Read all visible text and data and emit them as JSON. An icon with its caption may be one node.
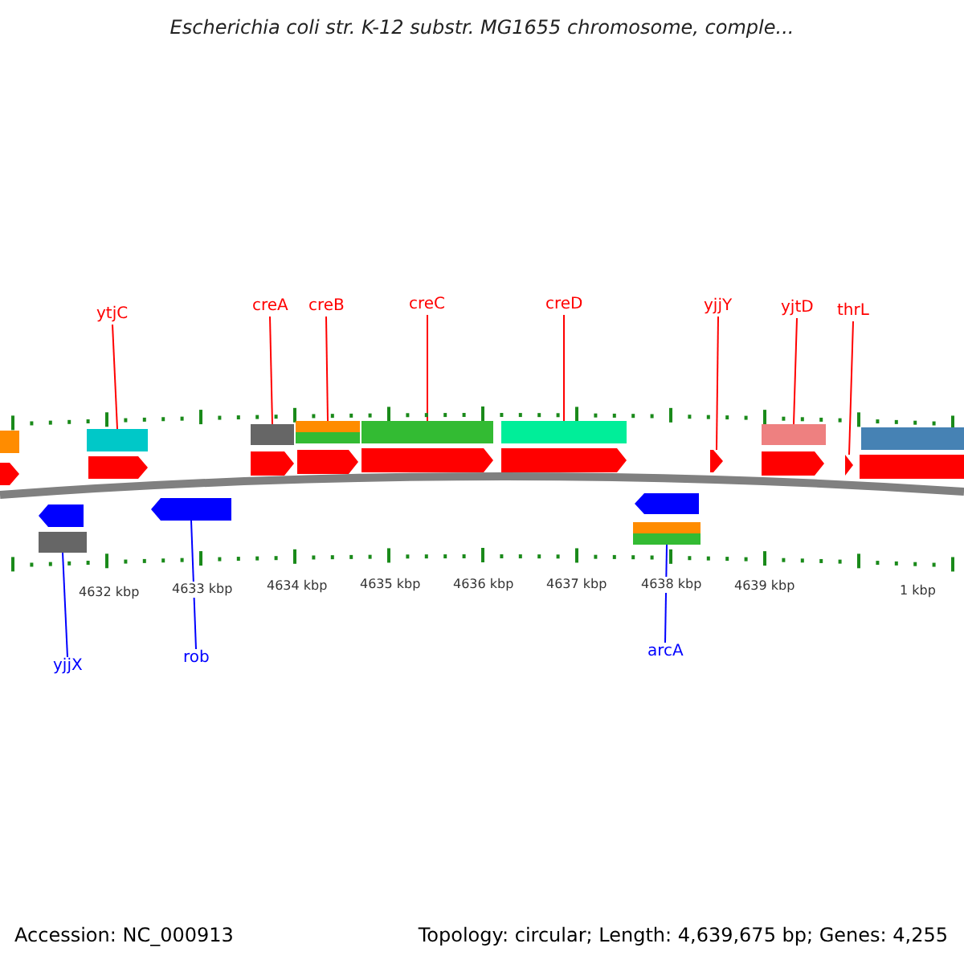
{
  "diagram": {
    "title": "Escherichia coli str. K-12 substr. MG1655 chromosome, comple...",
    "nodes": [
      {
        "text": [
          "ytjC"
        ]
      },
      {
        "text": [
          "creA"
        ]
      },
      {
        "text": [
          "creB"
        ]
      },
      {
        "text": [
          "creC"
        ]
      },
      {
        "text": [
          "creD"
        ]
      },
      {
        "text": [
          "yjjY"
        ]
      },
      {
        "text": [
          "yjtD"
        ]
      },
      {
        "text": [
          "thrL"
        ]
      },
      {
        "text": [
          "yjjX"
        ]
      },
      {
        "text": [
          "rob"
        ]
      },
      {
        "text": [
          "arcA"
        ]
      },
      {
        "text": [],
        "shape": "bar"
      },
      {
        "text": [],
        "shape": "bar"
      },
      {
        "text": [],
        "shape": "bar"
      },
      {
        "text": [],
        "shape": "bar"
      },
      {
        "text": [],
        "shape": "bar"
      },
      {
        "text": [],
        "shape": "arrow"
      },
      {
        "text": [],
        "shape": "bar"
      },
      {
        "text": [],
        "shape": "arrow"
      },
      {
        "text": [],
        "shape": "bar"
      },
      {
        "text": [],
        "shape": "arrow"
      },
      {
        "text": [],
        "shape": "bar"
      }
    ],
    "edges": [
      {
        "from": 0,
        "to": 11,
        "arrow": "none"
      },
      {
        "from": 1,
        "to": 12,
        "arrow": "none"
      },
      {
        "from": 2,
        "to": 13,
        "arrow": "none"
      },
      {
        "from": 3,
        "to": 14,
        "arrow": "none"
      },
      {
        "from": 4,
        "to": 15,
        "arrow": "none"
      },
      {
        "from": 5,
        "to": 16,
        "arrow": "none"
      },
      {
        "from": 6,
        "to": 17,
        "arrow": "none"
      },
      {
        "from": 7,
        "to": 18,
        "arrow": "none"
      },
      {
        "from": 8,
        "to": 19,
        "arrow": "none",
        "color": "#0000ff"
      },
      {
        "from": 9,
        "to": 20,
        "arrow": "none",
        "color": "#0000ff"
      },
      {
        "from": 10,
        "to": 21,
        "arrow": "none",
        "color": "#0000ff"
      }
    ],
    "labels": [
      "4632 kbp",
      "4633 kbp",
      "4634 kbp",
      "4635 kbp",
      "4636 kbp",
      "4637 kbp",
      "4638 kbp",
      "4639 kbp",
      "1 kbp",
      "Accession: NC_000913",
      "Topology: circular; Length: 4,639,675 bp; Genes: 4,255"
    ]
  }
}
